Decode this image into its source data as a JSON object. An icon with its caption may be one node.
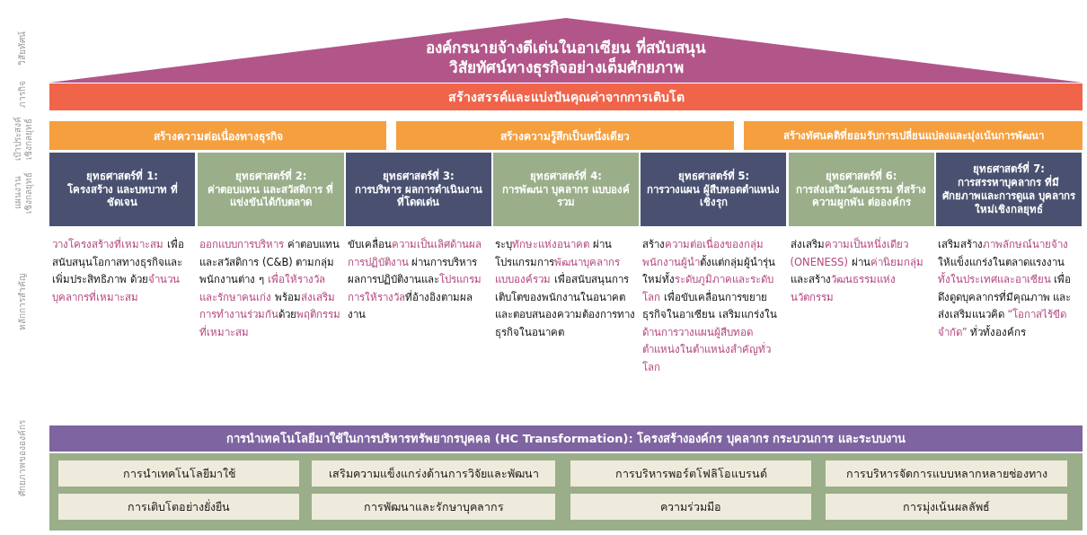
{
  "diagram": {
    "nodes": [
      {
        "text": [
          "องค์กรนายจ้างดีเด่นในอาเซียน ที่สนับสนุนวิสัยทัศน์ทางธุรกิจอย่างเต็มศักยภาพ"
        ]
      },
      {
        "text": [
          "สร้างสรรค์และแบ่งปันคุณค่าจากการเติบโต"
        ]
      },
      {
        "text": [
          "สร้างความต่อเนื่องทางธุรกิจ"
        ]
      },
      {
        "text": [
          "สร้างความรู้สึกเป็นหนึ่งเดียว"
        ]
      },
      {
        "text": [
          "สร้างทัศนคติที่ยอมรับการเปลี่ยนแปลงและมุ่งเน้นการพัฒนา"
        ]
      },
      {
        "text": [
          "ยุทธศาสตร์ที่ 1:",
          "โครงสร้าง และบทบาท ที่ชัดเจน"
        ]
      },
      {
        "text": [
          "ยุทธศาสตร์ที่ 2:",
          "ค่าตอบแทน และสวัสดิการ ที่แข่งขันได้กับตลาด"
        ]
      },
      {
        "text": [
          "ยุทธศาสตร์ที่ 3:",
          "การบริหาร ผลการดำเนินงาน ที่โดดเด่น"
        ]
      },
      {
        "text": [
          "ยุทธศาสตร์ที่ 4:",
          "การพัฒนา บุคลากร แบบองค์รวม"
        ]
      },
      {
        "text": [
          "ยุทธศาสตร์ที่ 5:",
          "การวางแผน ผู้สืบทอดตำแหน่งเชิงรุก"
        ]
      },
      {
        "text": [
          "ยุทธศาสตร์ที่ 6:",
          "การส่งเสริมวัฒนธรรม ที่สร้างความผูกพัน ต่อองค์กร"
        ]
      },
      {
        "text": [
          "ยุทธศาสตร์ที่ 7:",
          "การสรรหาบุคลากร ที่มีศักยภาพและการดูแล บุคลากรใหม่เชิงกลยุทธ์"
        ]
      },
      {
        "text": [
          "การนำเทคโนโลยีมาใช้ในการบริหารทรัพยากรบุคคล (HC Transformation): โครงสร้างองค์กร บุคลากร กระบวนการ และระบบงาน"
        ]
      },
      {
        "text": [],
        "shape": "box"
      },
      {
        "text": [
          "การนำเทคโนโลยีมาใช้"
        ],
        "in": 13
      },
      {
        "text": [
          "เสริมความแข็งแกร่งด้านการวิจัยและพัฒนา"
        ],
        "in": 13
      },
      {
        "text": [
          "การบริหารพอร์ตโฟลิโอแบรนด์"
        ],
        "in": 13
      },
      {
        "text": [
          "การบริหารจัดการแบบหลากหลายช่องทาง"
        ],
        "in": 13
      },
      {
        "text": [
          "การเติบโตอย่างยั่งยืน"
        ],
        "in": 13
      },
      {
        "text": [
          "การพัฒนาและรักษาบุคลากร"
        ],
        "in": 13
      },
      {
        "text": [
          "ความร่วมมือ"
        ],
        "in": 13
      },
      {
        "text": [
          "การมุ่งเน้นผลลัพธ์"
        ],
        "in": 13
      }
    ],
    "labels": [
      "วิสัยทัศน์",
      "ภารกิจ",
      "เป้าประสงค์ เชิงกลยุทธ์",
      "แผนงาน เชิงกลยุทธ์",
      "หลักการสำคัญ",
      "**วางโครงสร้างที่เหมาะสม** เพื่อสนับสนุนโอกาสทางธุรกิจและเพิ่มประสิทธิภาพ ด้วย**จำนวนบุคลากรที่เหมาะสม**",
      "**ออกแบบการบริหาร** ค่าตอบแทนและสวัสดิการ (C&B) ตามกลุ่มพนักงานต่าง ๆ **เพื่อให้รางวัลและรักษาคนเก่ง** พร้อม**ส่งเสริมการทำงานร่วมกัน**ด้วย**พฤติกรรมที่เหมาะสม**",
      "ขับเคลื่อน**ความเป็นเลิศด้านผลการปฏิบัติงาน** ผ่านการบริหารผลการปฏิบัติงานและ**โปรแกรมการให้รางวัล**ที่อ้างอิงตามผลงาน",
      "ระบุ**ทักษะแห่งอนาคต** ผ่านโปรแกรมการ**พัฒนาบุคลากรแบบองค์รวม** เพื่อสนับสนุนการเติบโตของพนักงานในอนาคต และตอบสนองความต้องการทางธุรกิจในอนาคต",
      "สร้าง**ความต่อเนื่องของกลุ่มพนักงานผู้นำ**ตั้งแต่กลุ่มผู้นำรุ่นใหม่ทั้ง**ระดับภูมิภาคและระดับโลก** เพื่อขับเคลื่อนการขยายธุรกิจในอาเซียน เสริมแกร่งใน**ด้านการวางแผนผู้สืบทอดตำแหน่งในตำแหน่งสำคัญทั่วโลก**",
      "ส่งเสริม**ความเป็นหนึ่งเดียว (ONENESS)** ผ่าน**ค่านิยมกลุ่ม** และสร้าง**วัฒนธรรมแห่งนวัตกรรม**",
      "เสริมสร้าง**ภาพลักษณ์นายจ้าง**ให้แข็งแกร่งในตลาดแรงงาน **ทั้งในประเทศและอาเซียน** เพื่อดึงดูดบุคลากรที่มีคุณภาพ และส่งเสริมแนวคิด **“โอกาสไร้ขีดจำกัด”** ทั่วทั้งองค์กร",
      "ศักยภาพขององค์กร"
    ]
  }
}
